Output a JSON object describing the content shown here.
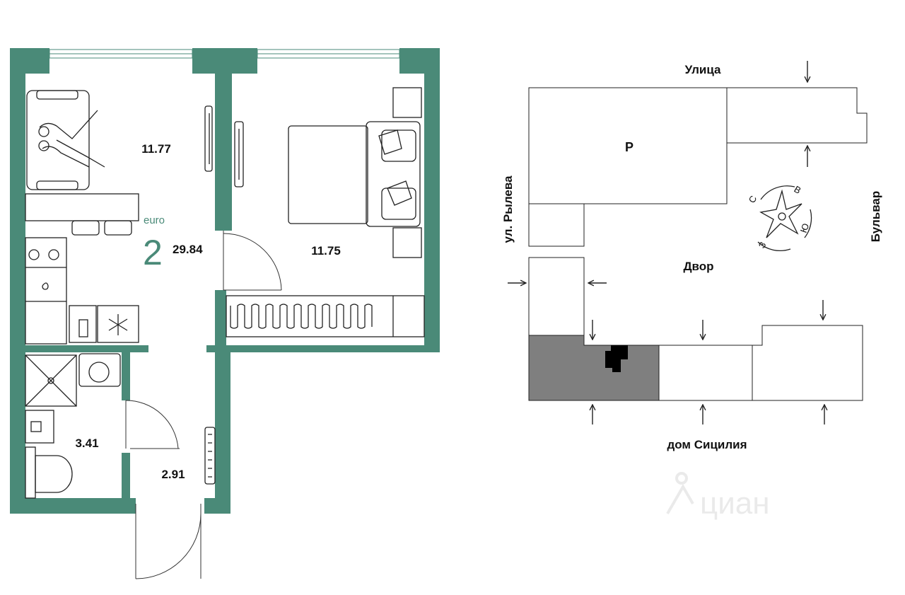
{
  "colors": {
    "wall": "#4a8a78",
    "accent": "#4a8a78",
    "line": "#222222",
    "highlight_building": "#7f7f7f",
    "dark_block": "#000000",
    "window": "#cfe0da"
  },
  "floorplan": {
    "type_prefix": "euro",
    "room_count": "2",
    "total_area": "29.84",
    "rooms": {
      "living": "11.77",
      "bedroom": "11.75",
      "bathroom": "3.41",
      "hallway": "2.91"
    }
  },
  "site_plan": {
    "street_top": "Улица",
    "street_left": "ул. Рылева",
    "street_right": "Бульвар",
    "courtyard": "Двор",
    "house_label": "дом Сицилия",
    "building_letter": "Р",
    "compass": {
      "north": "С",
      "east": "В",
      "south": "Ю",
      "west": "З"
    }
  },
  "watermark": "циан"
}
